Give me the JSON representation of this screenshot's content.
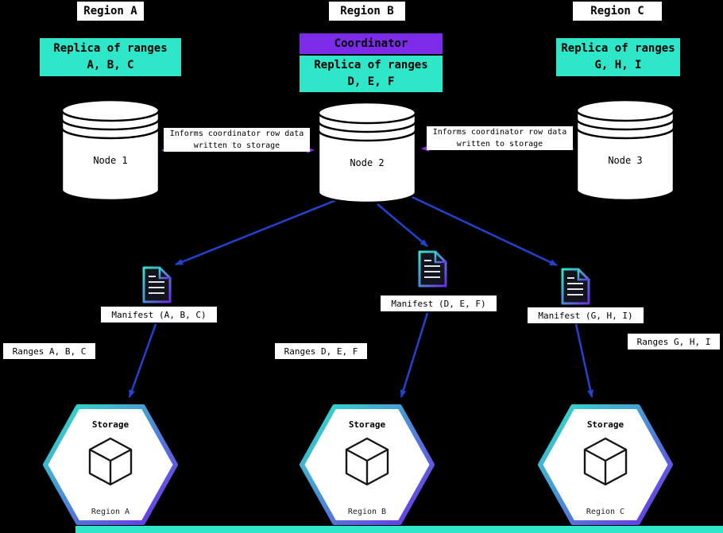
{
  "diagram": {
    "coordinator_label": "Coordinator",
    "inform_message": "Informs coordinator row data\nwritten to storage",
    "regions": [
      {
        "header": "Region A",
        "replica": "Replica of ranges\nA, B, C",
        "node": "Node 1",
        "manifest": "Manifest (A, B, C)",
        "ranges": "Ranges A, B, C",
        "storage_title": "Storage",
        "storage_region": "Region A"
      },
      {
        "header": "Region B",
        "replica": "Replica of ranges\nD, E, F",
        "node": "Node 2",
        "manifest": "Manifest (D, E, F)",
        "ranges": "Ranges D, E, F",
        "storage_title": "Storage",
        "storage_region": "Region B"
      },
      {
        "header": "Region C",
        "replica": "Replica of ranges\nG, H, I",
        "node": "Node 3",
        "manifest": "Manifest (G, H, I)",
        "ranges": "Ranges G, H, I",
        "storage_title": "Storage",
        "storage_region": "Region C"
      }
    ],
    "colors": {
      "background": "#000000",
      "replica_cyan": "#2ee6c8",
      "coordinator_purple": "#7c2be8",
      "arrow_blue": "#2143d1",
      "dashed_arrow_purple": "#8a2be2",
      "label_white": "#ffffff"
    }
  }
}
